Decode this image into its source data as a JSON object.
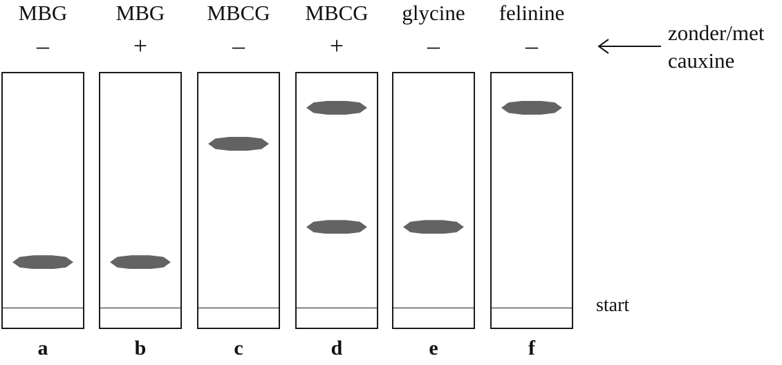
{
  "lanes": [
    {
      "letter": "a",
      "compound": "MBG",
      "cauxine": "–",
      "spots": [
        0.194
      ]
    },
    {
      "letter": "b",
      "compound": "MBG",
      "cauxine": "+",
      "spots": [
        0.194
      ]
    },
    {
      "letter": "c",
      "compound": "MBCG",
      "cauxine": "–",
      "spots": [
        0.699
      ]
    },
    {
      "letter": "d",
      "compound": "MBCG",
      "cauxine": "+",
      "spots": [
        0.853,
        0.344
      ]
    },
    {
      "letter": "e",
      "compound": "glycine",
      "cauxine": "–",
      "spots": [
        0.344
      ]
    },
    {
      "letter": "f",
      "compound": "felinine",
      "cauxine": "–",
      "spots": [
        0.853
      ]
    }
  ],
  "legend": {
    "line1": "zonder/met",
    "line2": "cauxine",
    "arrow_icon": "left-arrow-icon"
  },
  "start_label": "start",
  "colors": {
    "spot": "#636363",
    "outline": "#1a1a1a",
    "background": "#ffffff"
  }
}
